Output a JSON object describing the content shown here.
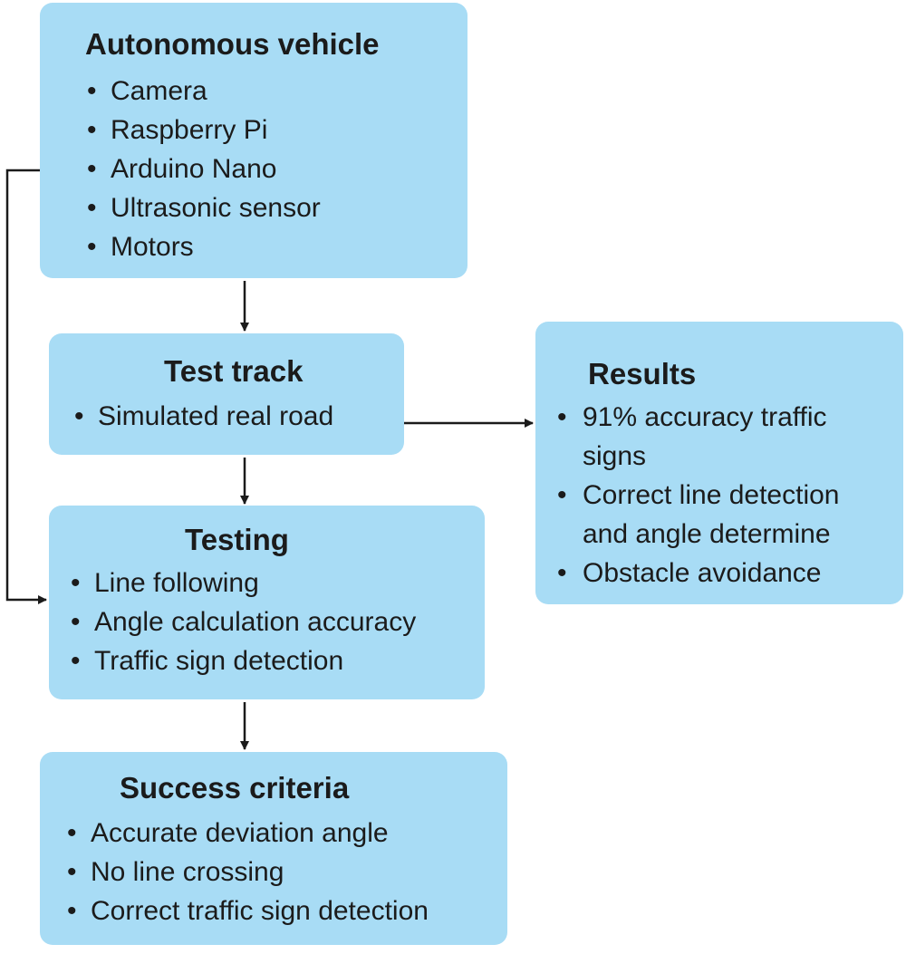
{
  "boxes": {
    "vehicle": {
      "title": "Autonomous vehicle",
      "items": [
        "Camera",
        "Raspberry Pi",
        "Arduino Nano",
        "Ultrasonic sensor",
        "Motors"
      ]
    },
    "track": {
      "title": "Test track",
      "items": [
        "Simulated real road"
      ]
    },
    "results": {
      "title": "Results",
      "items": [
        [
          "91% accuracy traffic",
          "signs"
        ],
        [
          "Correct line detection",
          "and angle determine"
        ],
        [
          "Obstacle avoidance"
        ]
      ]
    },
    "testing": {
      "title": "Testing",
      "items": [
        "Line following",
        "Angle calculation accuracy",
        "Traffic sign detection"
      ]
    },
    "success": {
      "title": "Success criteria",
      "items": [
        "Accurate deviation angle",
        "No line crossing",
        "Correct traffic sign detection"
      ]
    }
  },
  "bullet_char": "•",
  "colors": {
    "box_fill": "#a8dcf5",
    "arrow": "#1b1b1b",
    "text": "#1b1b1b"
  }
}
